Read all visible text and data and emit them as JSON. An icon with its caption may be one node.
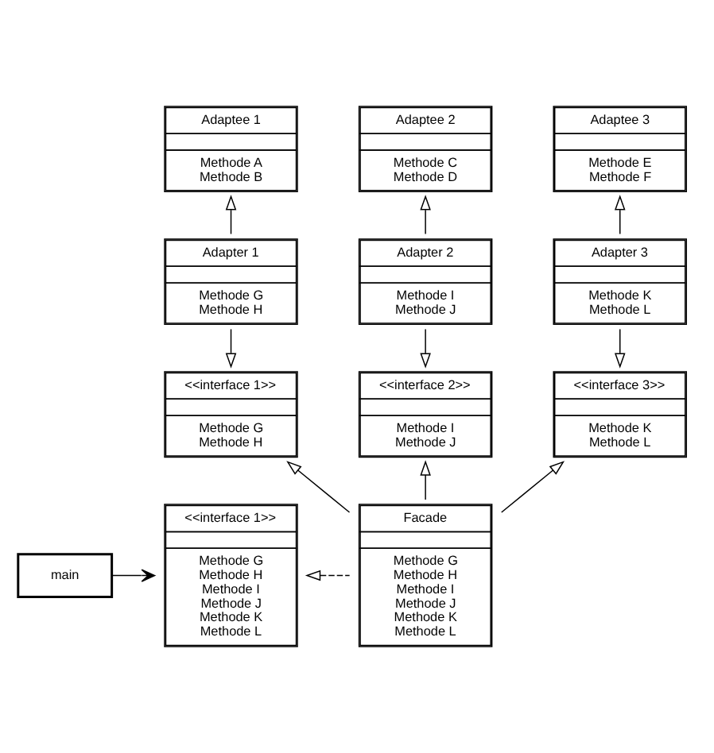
{
  "diagram": {
    "nodes": [
      {
        "text": [
          "Adaptee 1",
          "Methode A",
          "Methode B"
        ]
      },
      {
        "text": [
          "Adaptee 2",
          "Methode C",
          "Methode D"
        ]
      },
      {
        "text": [
          "Adaptee 3",
          "Methode E",
          "Methode F"
        ]
      },
      {
        "text": [
          "Adapter 1",
          "Methode G",
          "Methode H"
        ]
      },
      {
        "text": [
          "Adapter 2",
          "Methode I",
          "Methode J"
        ]
      },
      {
        "text": [
          "Adapter 3",
          "Methode K",
          "Methode L"
        ]
      },
      {
        "text": [
          "<<interface 1>>",
          "Methode G",
          "Methode H"
        ]
      },
      {
        "text": [
          "<<interface 2>>",
          "Methode I",
          "Methode J"
        ]
      },
      {
        "text": [
          "<<interface 3>>",
          "Methode K",
          "Methode L"
        ]
      },
      {
        "text": [
          "main"
        ]
      },
      {
        "text": [
          "<<interface 1>>",
          "Methode G",
          "Methode H",
          "Methode I",
          "Methode J",
          "Methode K",
          "Methode L"
        ]
      },
      {
        "text": [
          "Facade",
          "Methode G",
          "Methode H",
          "Methode I",
          "Methode J",
          "Methode K",
          "Methode L"
        ]
      }
    ],
    "edges": [
      {
        "from": 3,
        "to": 0,
        "arrow": "to"
      },
      {
        "from": 4,
        "to": 1,
        "arrow": "to"
      },
      {
        "from": 5,
        "to": 2,
        "arrow": "to"
      },
      {
        "from": 3,
        "to": 6,
        "arrow": "to"
      },
      {
        "from": 4,
        "to": 7,
        "arrow": "to"
      },
      {
        "from": 5,
        "to": 8,
        "arrow": "to"
      },
      {
        "from": 11,
        "to": 6,
        "arrow": "to"
      },
      {
        "from": 11,
        "to": 7,
        "arrow": "to"
      },
      {
        "from": 11,
        "to": 8,
        "arrow": "to"
      },
      {
        "from": 9,
        "to": 10,
        "arrow": "to"
      },
      {
        "from": 11,
        "to": 10,
        "arrow": "to",
        "style": "dashed"
      }
    ]
  }
}
